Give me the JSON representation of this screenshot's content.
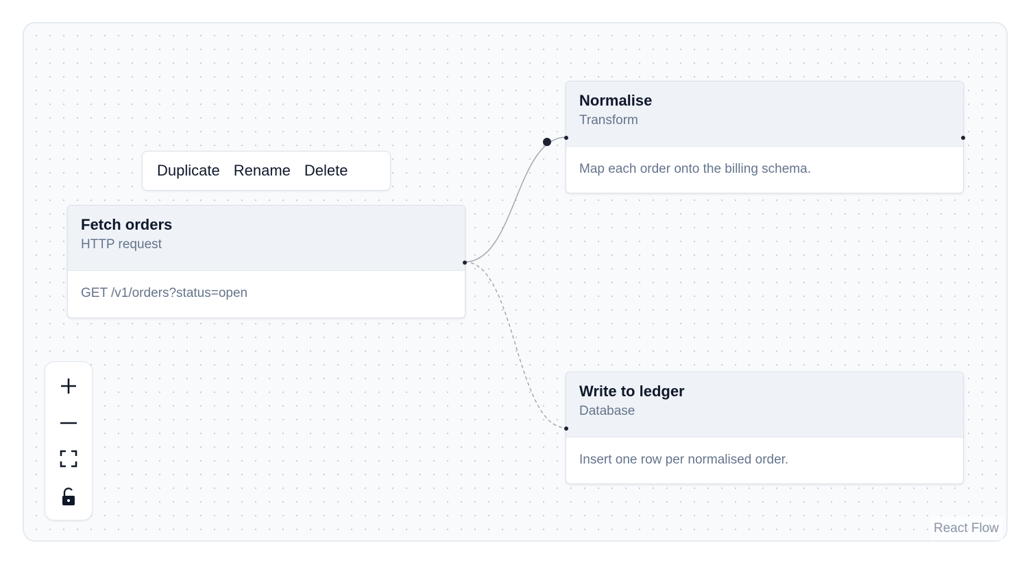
{
  "toolbar": {
    "duplicate_label": "Duplicate",
    "rename_label": "Rename",
    "delete_label": "Delete"
  },
  "nodes": [
    {
      "title": "Fetch orders",
      "subtitle": "HTTP request",
      "body": "GET /v1/orders?status=open"
    },
    {
      "title": "Normalise",
      "subtitle": "Transform",
      "body": "Map each order onto the billing schema."
    },
    {
      "title": "Write to ledger",
      "subtitle": "Database",
      "body": "Insert one row per normalised order."
    }
  ],
  "edges": [
    {
      "from": "Fetch orders",
      "to": "Normalise",
      "style": "solid",
      "color": "#a3a8b0"
    },
    {
      "from": "Fetch orders",
      "to": "Write to ledger",
      "style": "dashed",
      "color": "#a3a8b0"
    }
  ],
  "controls": {
    "icons": [
      "plus-icon",
      "minus-icon",
      "fit-view-icon",
      "unlock-icon"
    ]
  },
  "attribution": "React Flow",
  "colors": {
    "canvas_bg": "#f8fafc",
    "node_header_bg": "#eff3f8",
    "title_text": "#0f172a",
    "muted_text": "#64748b",
    "handle": "#1e2230"
  }
}
